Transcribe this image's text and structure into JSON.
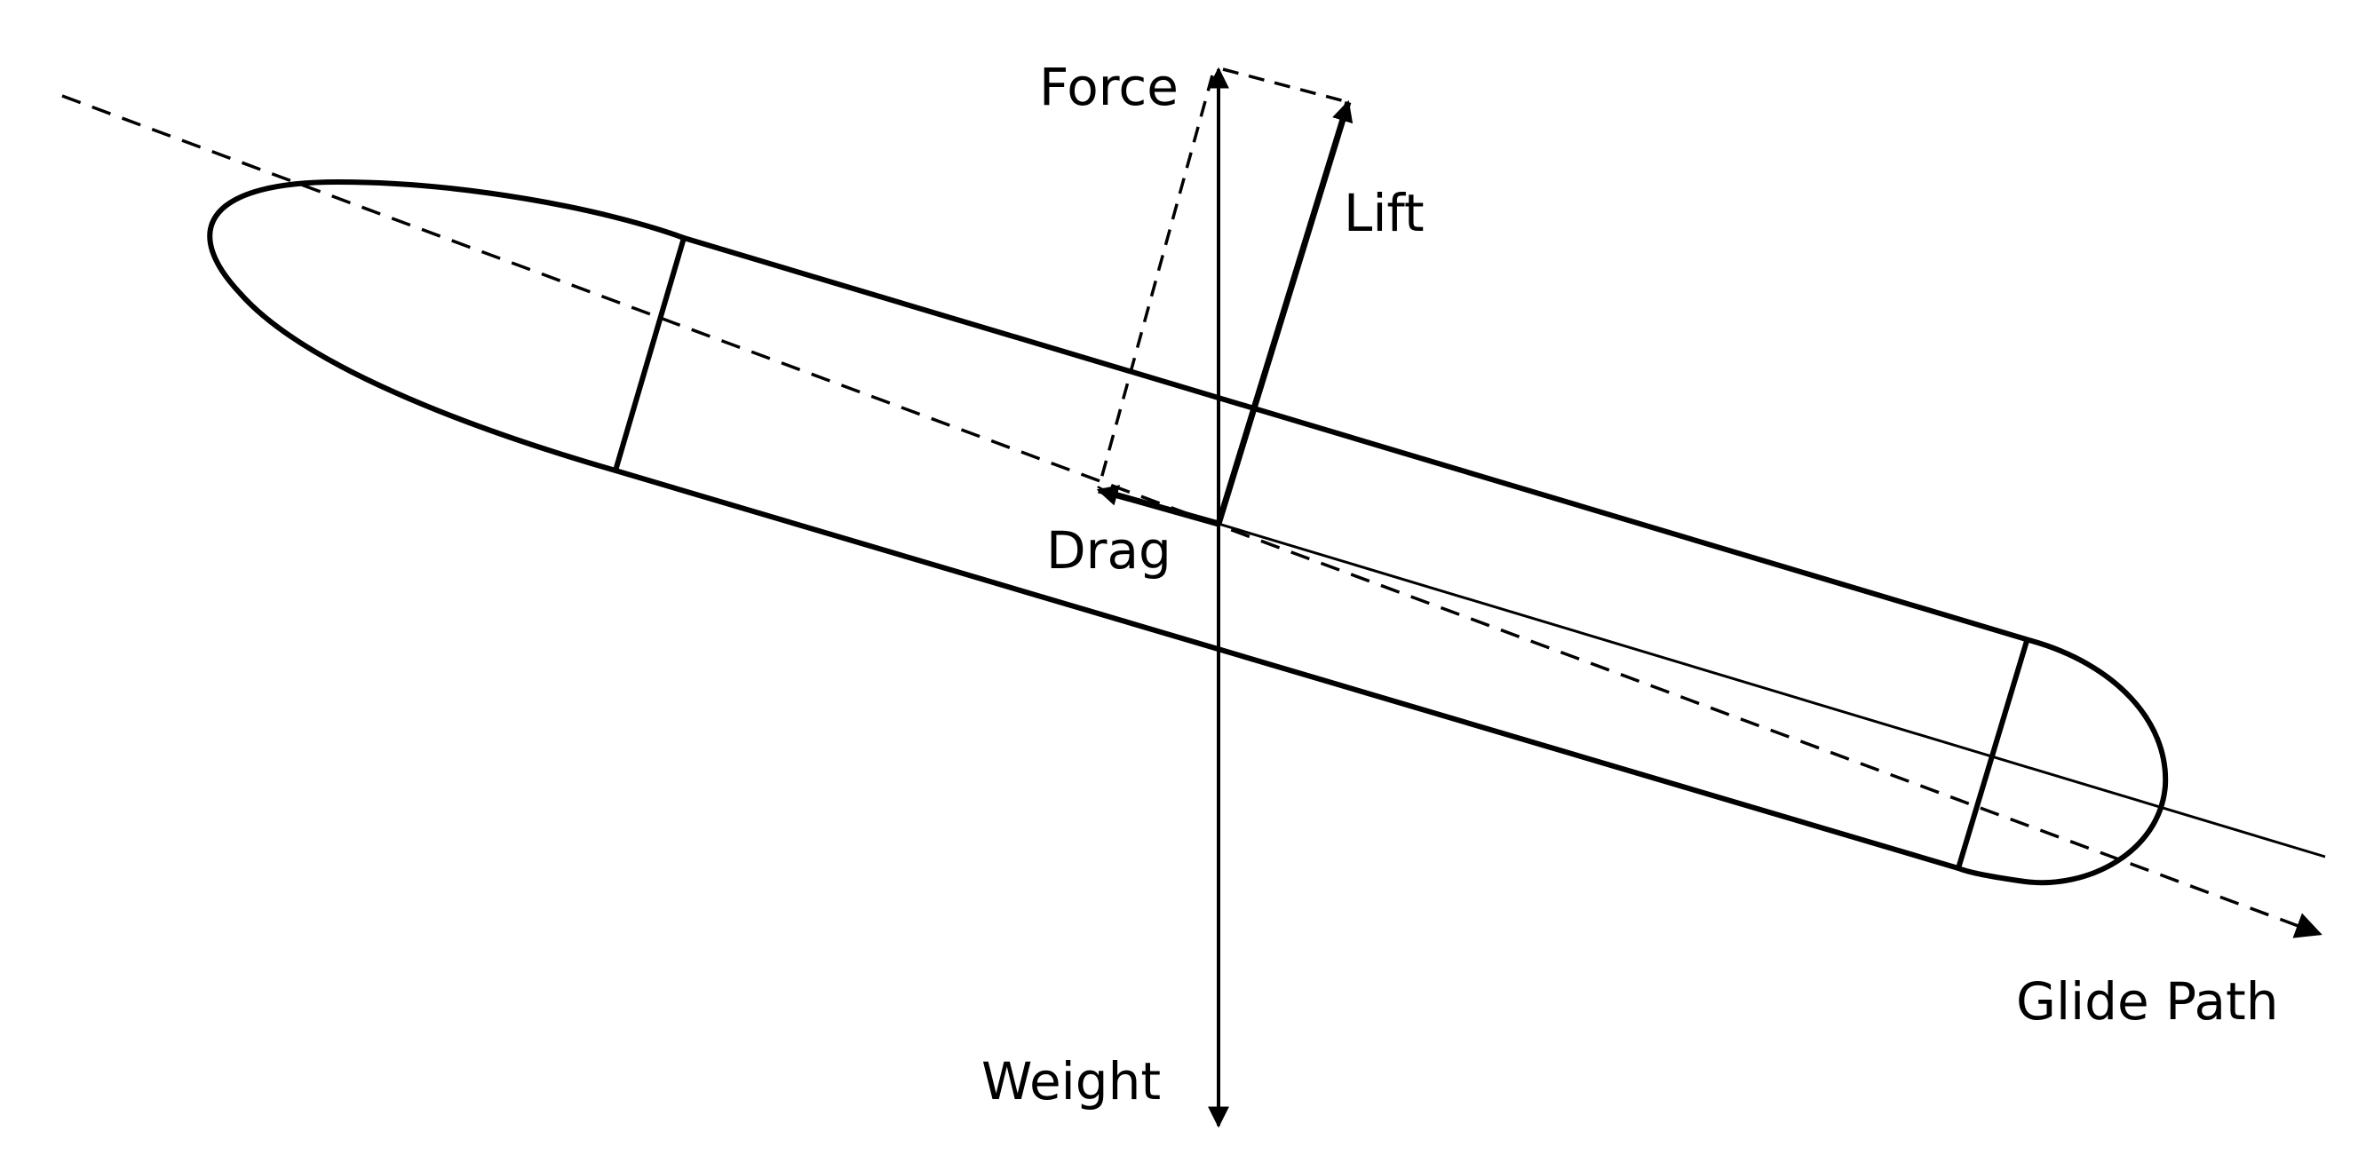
{
  "labels": {
    "force": "Force",
    "lift": "Lift",
    "drag": "Drag",
    "weight": "Weight",
    "glide_path": "Glide Path"
  },
  "colors": {
    "stroke": "#000000",
    "background": "#ffffff"
  }
}
